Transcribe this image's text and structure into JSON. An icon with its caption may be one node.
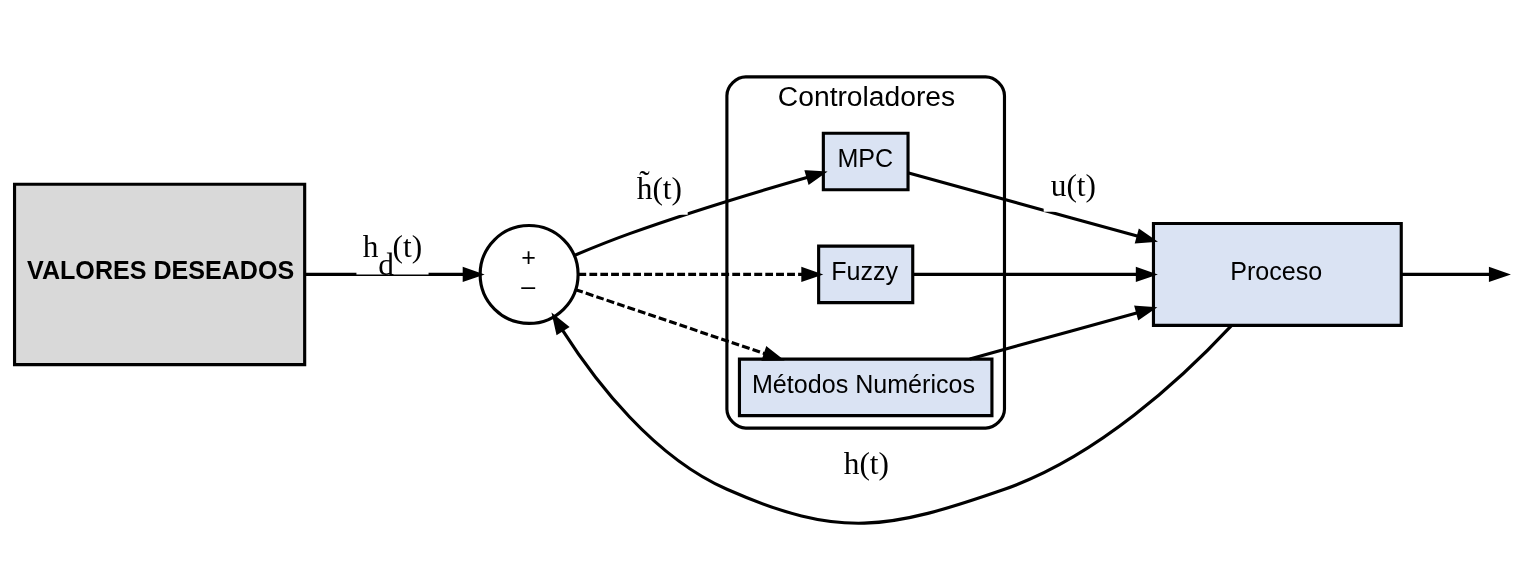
{
  "diagram": {
    "nodes": [
      {
        "text": [
          "VALORES DESEADOS"
        ]
      },
      {
        "text": [
          "+",
          "–"
        ]
      },
      {
        "text": [
          "Controladores"
        ]
      },
      {
        "text": [
          "MPC"
        ],
        "in": 2
      },
      {
        "text": [
          "Fuzzy"
        ],
        "in": 2
      },
      {
        "text": [
          "Métodos Numéricos"
        ],
        "in": 2
      },
      {
        "text": [
          "Proceso"
        ]
      }
    ],
    "edges": [
      {
        "from": 0,
        "to": 1,
        "arrow": "to",
        "label": "h$_{d}$(t)"
      },
      {
        "from": 1,
        "to": 3,
        "arrow": "to",
        "label": "h̃(t)"
      },
      {
        "from": 1,
        "to": 4,
        "arrow": "to",
        "style": "dashed"
      },
      {
        "from": 1,
        "to": 5,
        "arrow": "to",
        "style": "dashed"
      },
      {
        "from": 3,
        "to": 6,
        "arrow": "to",
        "label": "u(t)"
      },
      {
        "from": 4,
        "to": 6,
        "arrow": "to"
      },
      {
        "from": 5,
        "to": 6,
        "arrow": "to"
      },
      {
        "from": 6,
        "to": null,
        "arrow": "to"
      },
      {
        "from": 6,
        "to": 1,
        "arrow": "to",
        "label": "h(t)"
      }
    ]
  }
}
